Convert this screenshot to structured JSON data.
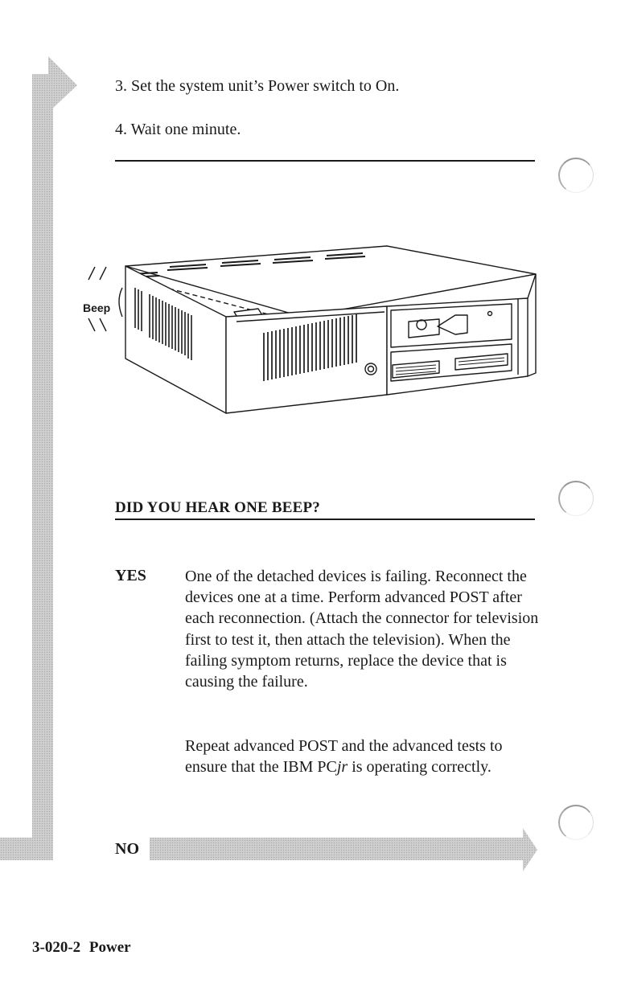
{
  "steps": [
    {
      "num": "3.",
      "text": "Set the system unit’s Power switch to On."
    },
    {
      "num": "4.",
      "text": "Wait one minute."
    }
  ],
  "illustration": {
    "sound_label": "Beep",
    "icons": [
      "computer-system-unit-illustration",
      "sound-waves-icon"
    ]
  },
  "question": "DID YOU HEAR ONE BEEP?",
  "answers": {
    "yes": {
      "label": "YES",
      "paragraph1": "One of the detached devices is failing. Reconnect the devices one at a time. Perform advanced POST after each reconnection. (Attach the connector for television first to test it, then attach the television). When the failing symptom returns, replace the device that is causing the failure.",
      "paragraph2_before": "Repeat advanced POST and the advanced tests to ensure that the IBM PC",
      "paragraph2_italic": "jr",
      "paragraph2_after": " is operating correctly."
    },
    "no": {
      "label": "NO"
    }
  },
  "footer": {
    "page_number": "3-020-2",
    "section": "Power"
  },
  "colors": {
    "flow_arrow": "#c9c9c9",
    "text": "#1a1a1a"
  }
}
